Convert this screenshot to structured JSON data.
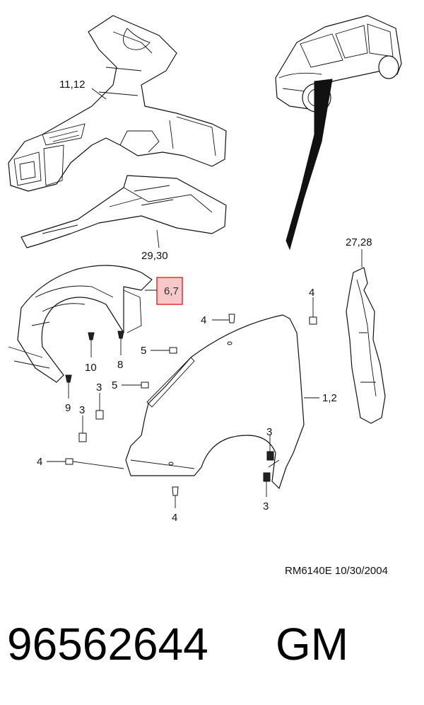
{
  "labels": {
    "inner_panel": "11,12",
    "rail": "29,30",
    "liner": "6,7",
    "seal_strip": "27,28",
    "fender": "1,2",
    "bolt_screw_4": "4",
    "screw_5": "5",
    "clip_3": "3",
    "screw_8": "8",
    "screw_9": "9",
    "screw_10": "10"
  },
  "reference": "RM6140E  10/30/2004",
  "part_number": "96562644",
  "brand": "GM",
  "highlight_color": "#e03030",
  "highlight_fill": "#f6c8c8"
}
